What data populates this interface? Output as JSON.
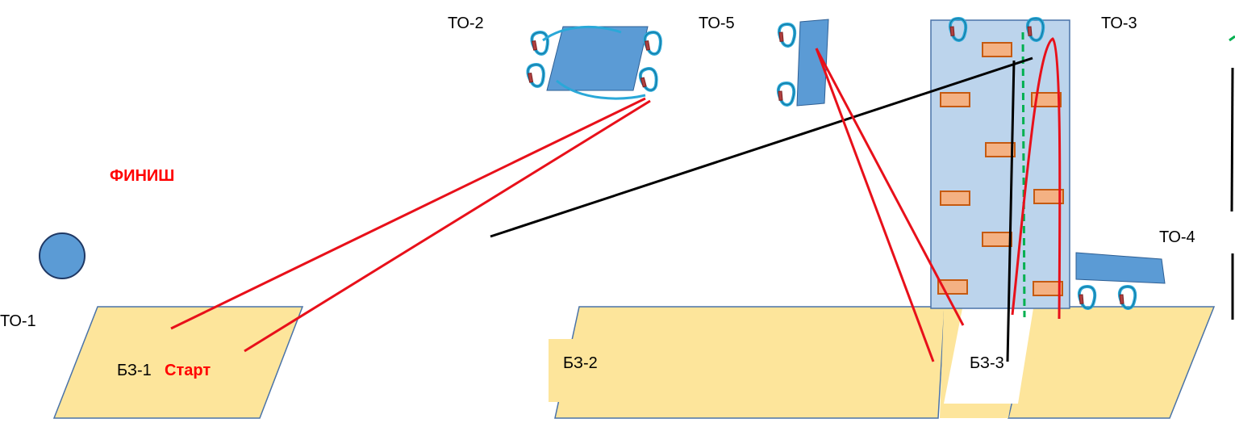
{
  "labels": {
    "to1": "ТО-1",
    "to2": "ТО-2",
    "to3": "ТО-3",
    "to4": "ТО-4",
    "to5": "ТО-5",
    "finish": "ФИНИШ",
    "bz1": "БЗ-1",
    "start": "Старт",
    "bz2": "БЗ-2",
    "bz3": "БЗ-3"
  },
  "colors": {
    "zone_fill": "#fde59b",
    "zone_stroke": "#4a73a8",
    "platform_fill": "#5b9bd5",
    "wall_fill": "#bcd4ec",
    "hold_fill": "#f4b183",
    "hold_stroke": "#c55a11",
    "rope_red": "#e8101a",
    "rope_black": "#000000",
    "guide_green": "#00b050",
    "carabiner": "#2aa8d8",
    "carabiner_gate": "#7a1f1f",
    "label_red": "#ff0000"
  }
}
